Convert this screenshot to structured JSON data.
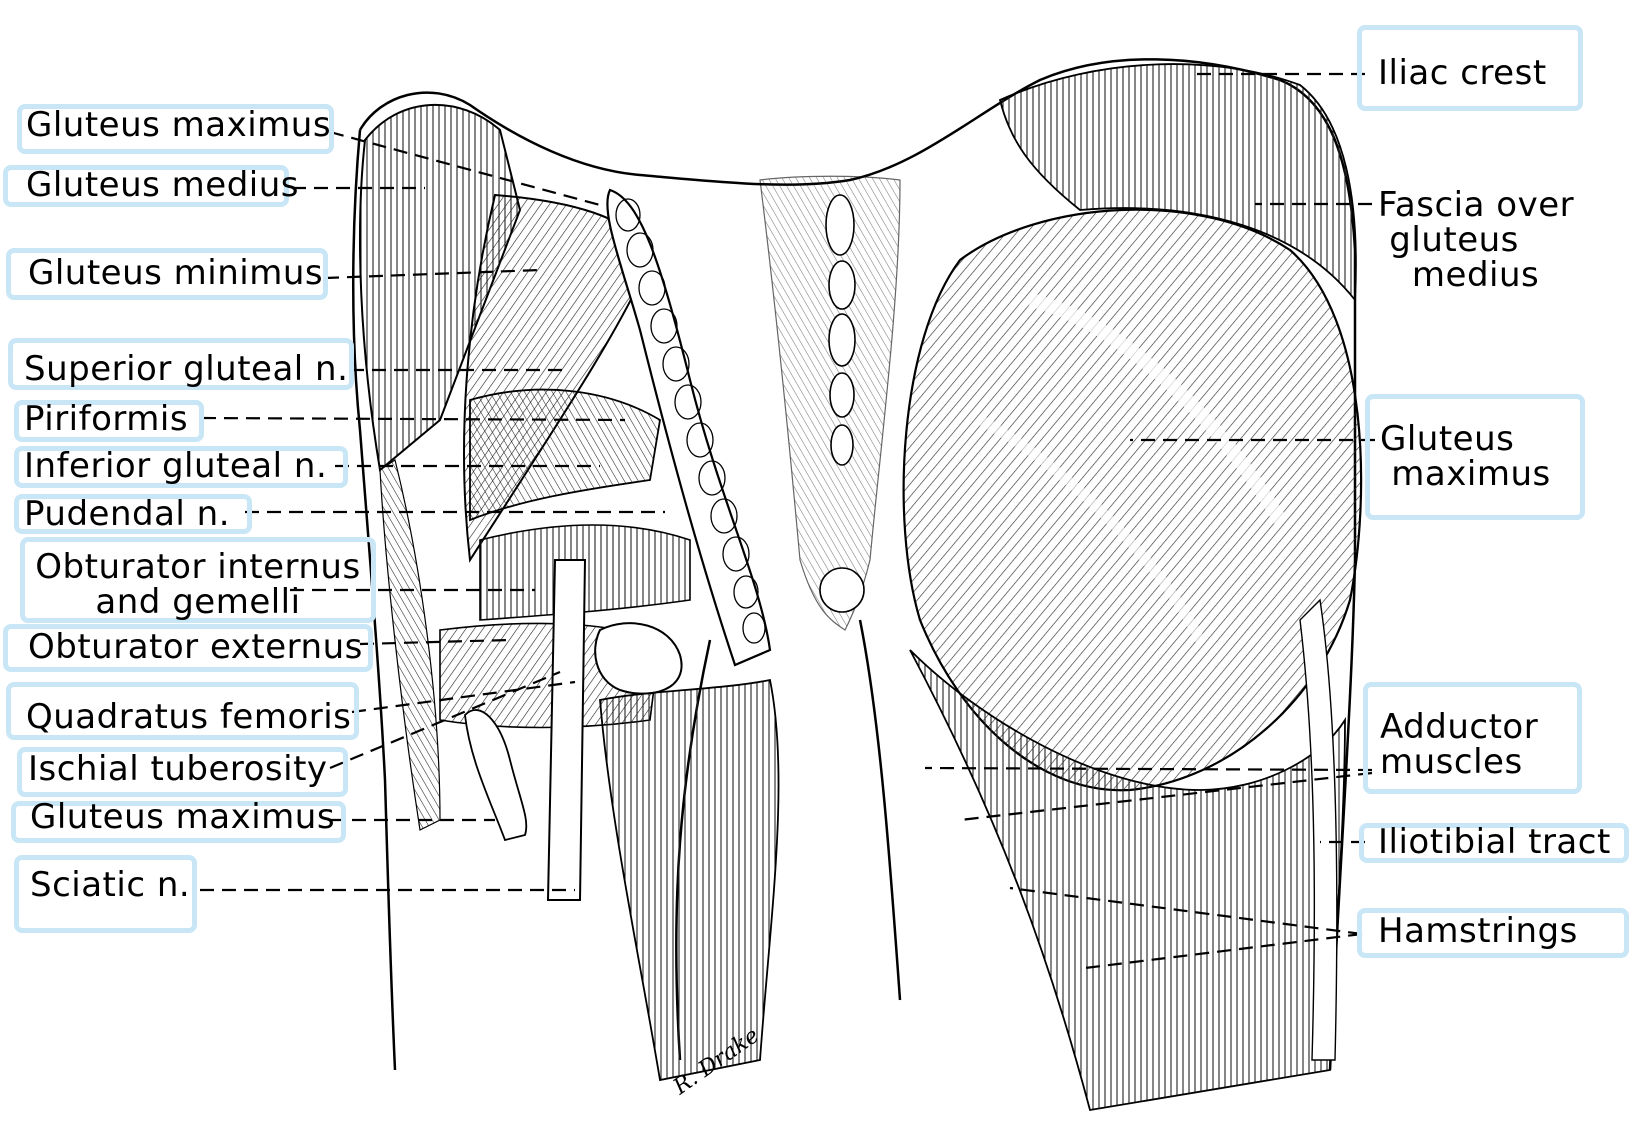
{
  "diagram": {
    "labels": [
      {
        "id": "gluteus-maximus-upper-left",
        "text": "Gluteus maximus"
      },
      {
        "id": "gluteus-medius",
        "text": "Gluteus medius"
      },
      {
        "id": "gluteus-minimus",
        "text": "Gluteus minimus"
      },
      {
        "id": "superior-gluteal-n",
        "text": "Superior gluteal n."
      },
      {
        "id": "piriformis",
        "text": "Piriformis"
      },
      {
        "id": "inferior-gluteal-n",
        "text": "Inferior gluteal n."
      },
      {
        "id": "pudendal-n",
        "text": "Pudendal n."
      },
      {
        "id": "obturator-internus-gemelli",
        "text": "Obturator internus\nand gemelli"
      },
      {
        "id": "obturator-externus",
        "text": "Obturator externus"
      },
      {
        "id": "quadratus-femoris",
        "text": "Quadratus femoris"
      },
      {
        "id": "ischial-tuberosity",
        "text": "Ischial tuberosity"
      },
      {
        "id": "gluteus-maximus-lower-left",
        "text": "Gluteus maximus"
      },
      {
        "id": "sciatic-n",
        "text": "Sciatic n."
      },
      {
        "id": "iliac-crest",
        "text": "Iliac crest"
      },
      {
        "id": "fascia-over-gluteus-medius",
        "text": "Fascia over\n gluteus\n   medius"
      },
      {
        "id": "gluteus-maximus-right",
        "text": "Gluteus\n maximus"
      },
      {
        "id": "adductor-muscles",
        "text": "Adductor\nmuscles"
      },
      {
        "id": "iliotibial-tract",
        "text": "Iliotibial tract"
      },
      {
        "id": "hamstrings",
        "text": "Hamstrings"
      }
    ],
    "signature": "R. Drake"
  },
  "colors": {
    "label_box_border": "#c8e6f5",
    "ink": "#000000",
    "background": "#ffffff"
  }
}
